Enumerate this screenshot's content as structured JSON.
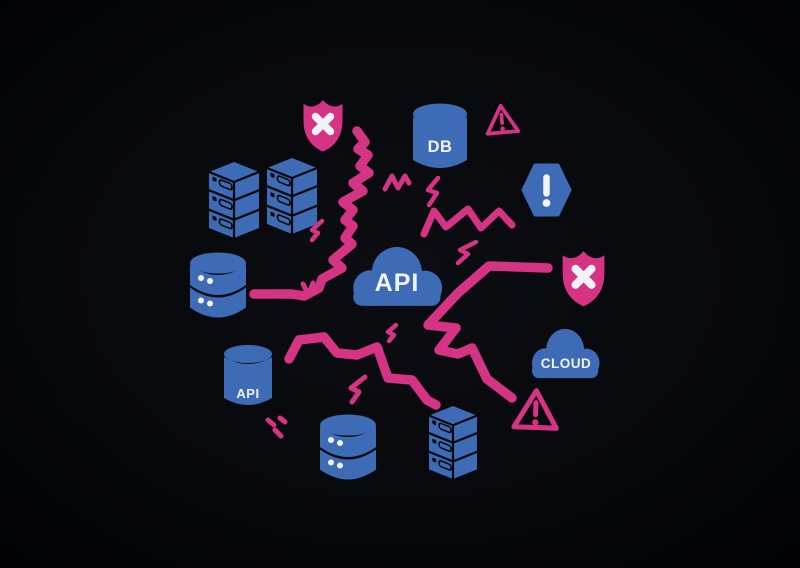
{
  "scene": {
    "description": "Broken API concept illustration on dark background",
    "background": "#050608",
    "colors": {
      "blue": "#3d6bb5",
      "pink": "#d53383",
      "white": "#f2f3f7",
      "ink": "#050608"
    },
    "labels": {
      "db_cylinder": "DB",
      "api_cloud": "API",
      "cloud": "CLOUD",
      "api_cylinder": "API"
    },
    "icons": [
      {
        "name": "server-rack-pair-icon"
      },
      {
        "name": "shield-error-top-icon"
      },
      {
        "name": "database-cylinder-db-icon"
      },
      {
        "name": "warning-triangle-top-icon"
      },
      {
        "name": "alert-hexagon-icon"
      },
      {
        "name": "api-cloud-icon"
      },
      {
        "name": "shield-error-right-icon"
      },
      {
        "name": "cloud-icon"
      },
      {
        "name": "warning-triangle-bottom-icon"
      },
      {
        "name": "database-stack-left-icon"
      },
      {
        "name": "api-cylinder-icon"
      },
      {
        "name": "database-stack-bottom-icon"
      },
      {
        "name": "server-tower-bottom-icon"
      },
      {
        "name": "crack-lines"
      },
      {
        "name": "lightning-bolts"
      }
    ]
  }
}
